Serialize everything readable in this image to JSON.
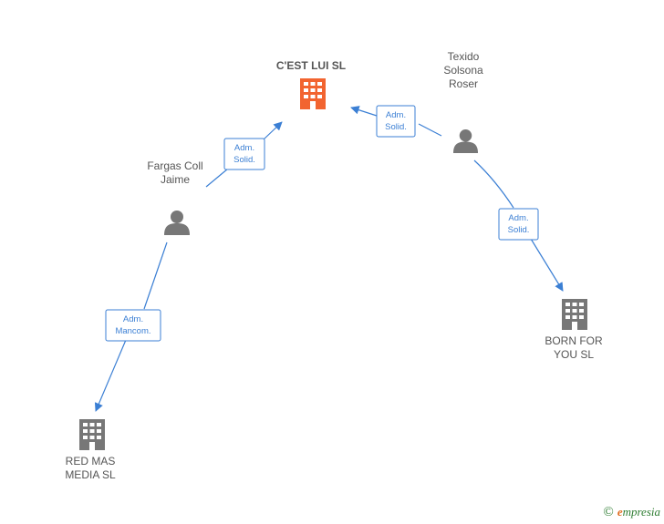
{
  "nodes": [
    {
      "id": "cest-lui",
      "type": "company",
      "highlight": true,
      "label_lines": [
        "C'EST LUI  SL"
      ],
      "color": "#f26430"
    },
    {
      "id": "texido",
      "type": "person",
      "label_lines": [
        "Texido",
        "Solsona",
        "Roser"
      ],
      "color": "#777777"
    },
    {
      "id": "fargas",
      "type": "person",
      "label_lines": [
        "Fargas Coll",
        "Jaime"
      ],
      "color": "#777777"
    },
    {
      "id": "born-for-you",
      "type": "company",
      "label_lines": [
        "BORN FOR",
        "YOU  SL"
      ],
      "color": "#777777"
    },
    {
      "id": "red-mas",
      "type": "company",
      "label_lines": [
        "RED MAS",
        "MEDIA  SL"
      ],
      "color": "#777777"
    }
  ],
  "edges": [
    {
      "from": "texido",
      "to": "cest-lui",
      "label_lines": [
        "Adm.",
        "Solid."
      ]
    },
    {
      "from": "fargas",
      "to": "cest-lui",
      "label_lines": [
        "Adm.",
        "Solid."
      ]
    },
    {
      "from": "texido",
      "to": "born-for-you",
      "label_lines": [
        "Adm.",
        "Solid."
      ]
    },
    {
      "from": "fargas",
      "to": "red-mas",
      "label_lines": [
        "Adm.",
        "Mancom."
      ]
    }
  ],
  "colors": {
    "edge": "#3b7fd4",
    "company_highlight": "#f26430",
    "node_gray": "#777777"
  },
  "footer": {
    "copyright": "©",
    "brand_initial": "e",
    "brand_rest": "mpresia"
  }
}
